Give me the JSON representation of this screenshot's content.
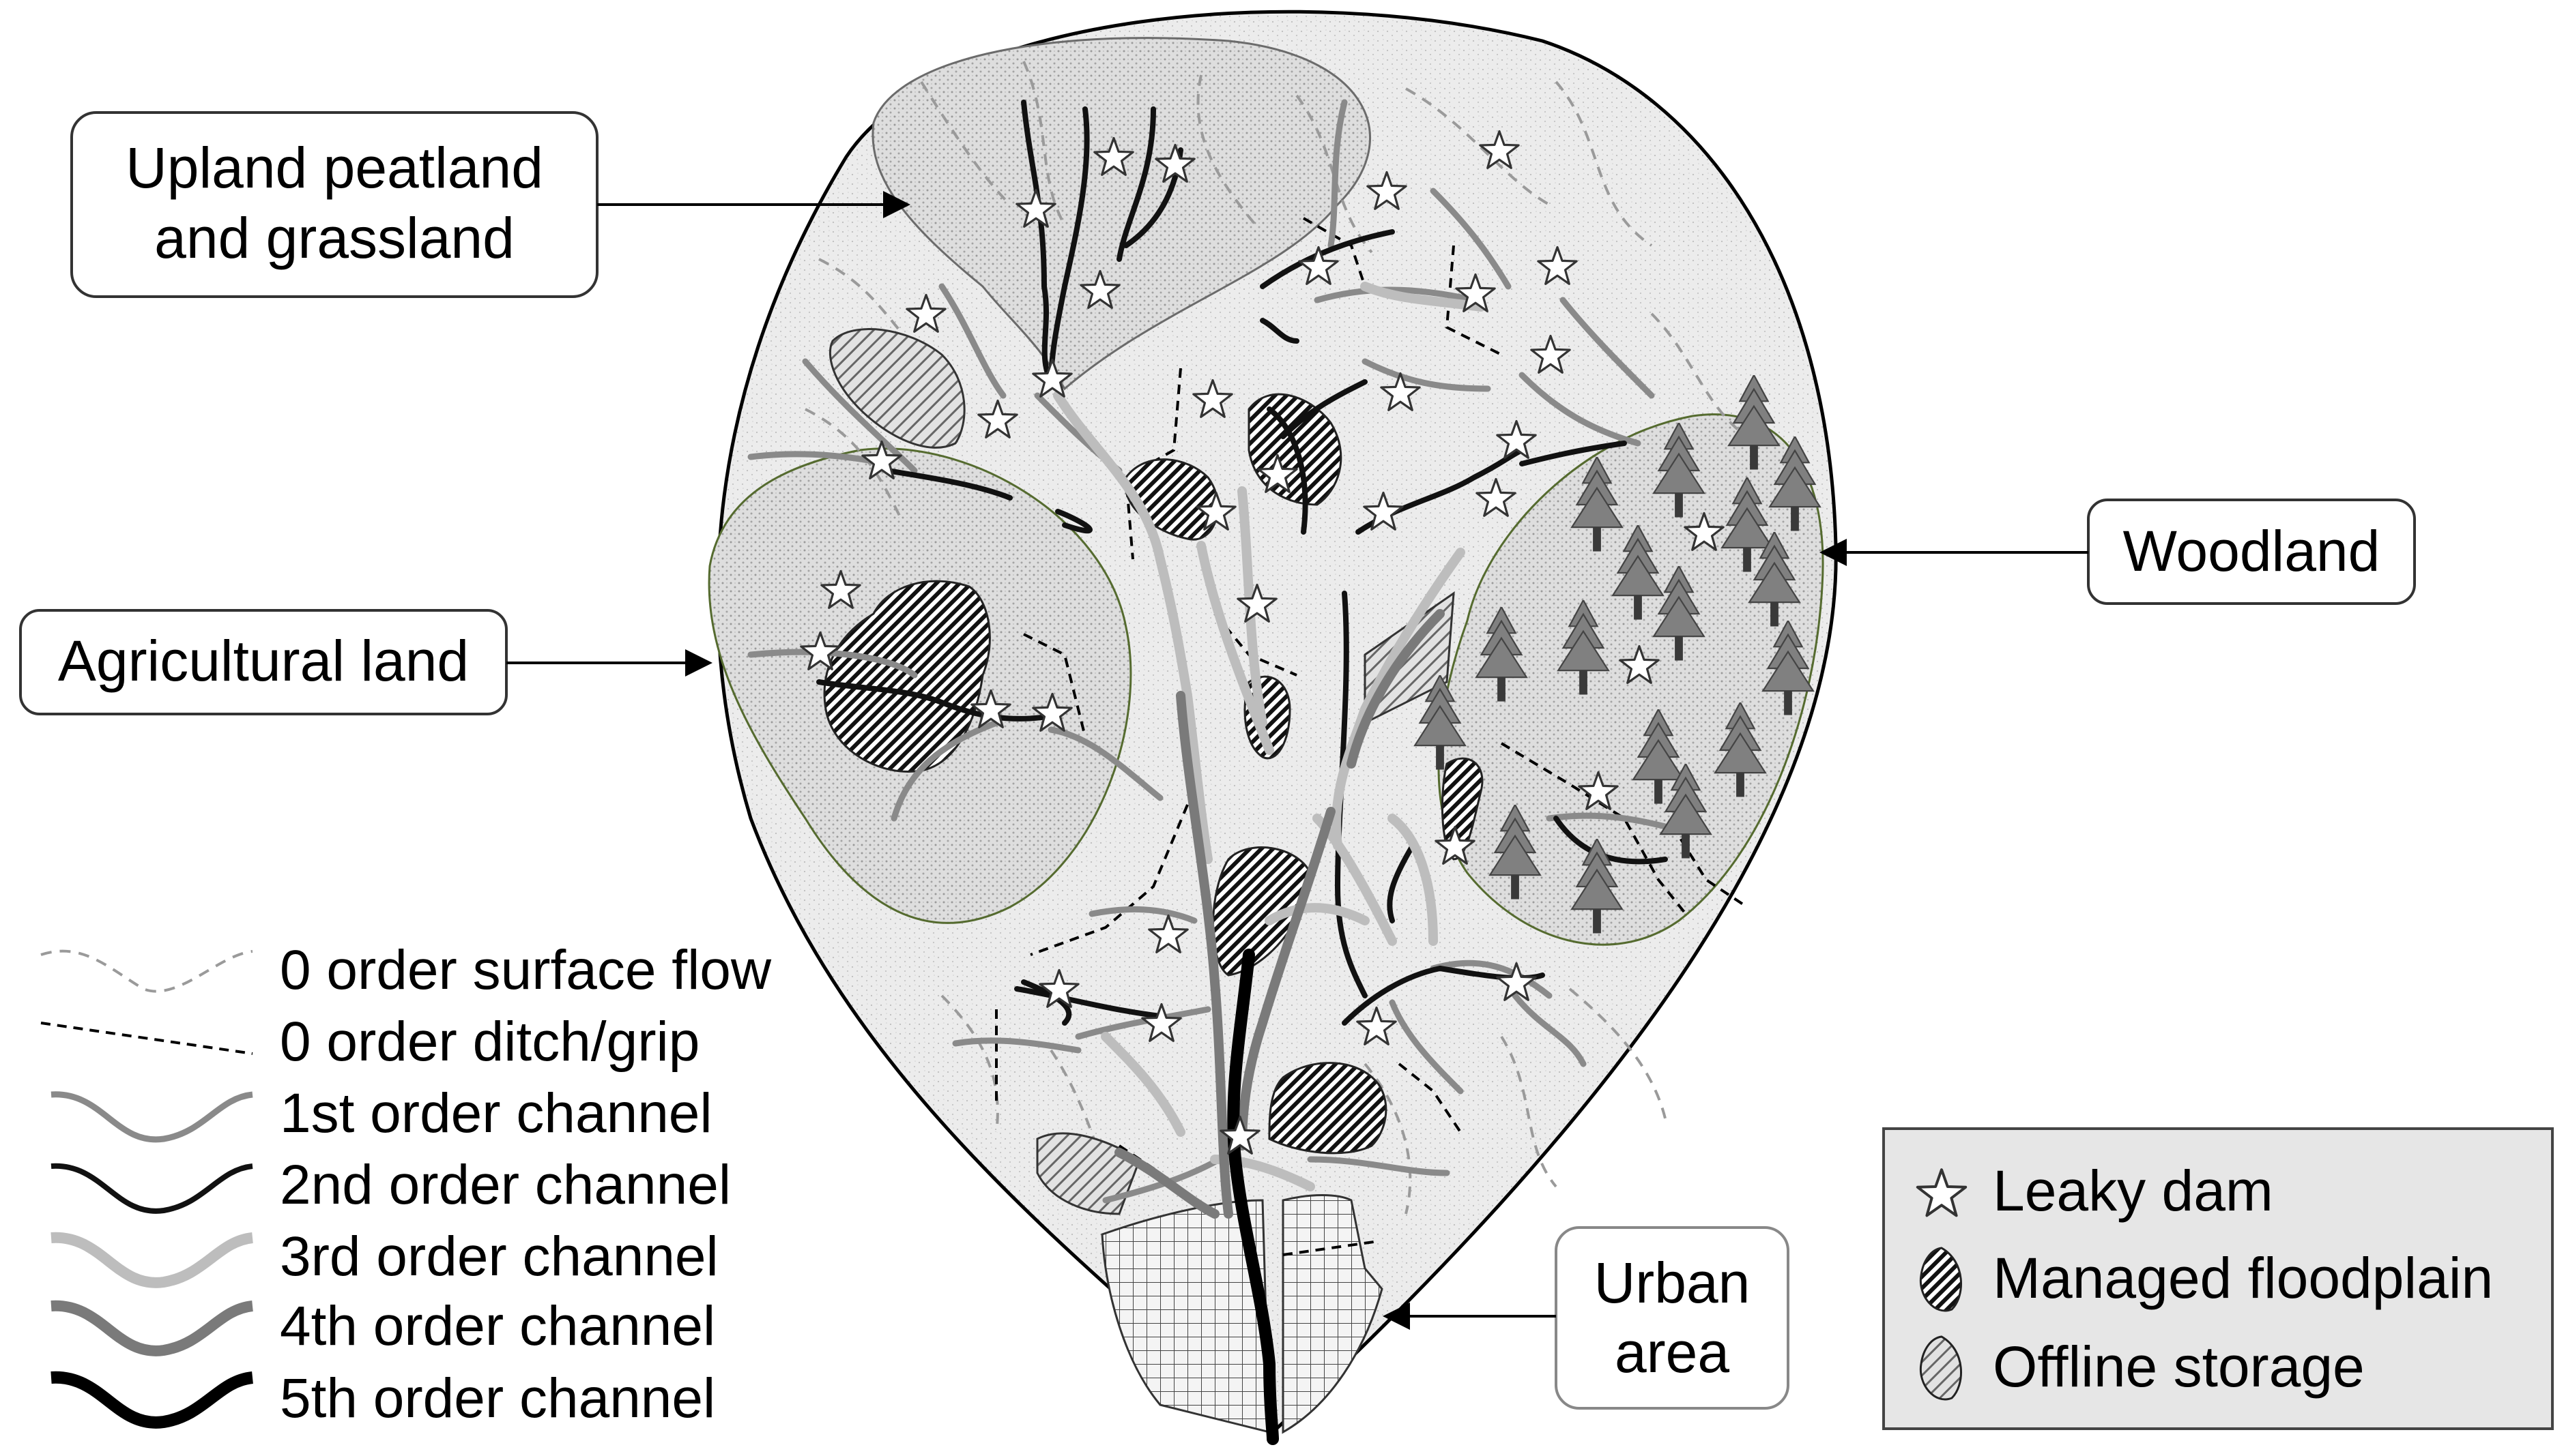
{
  "callouts": {
    "upland": [
      "Upland peatland",
      "and grassland"
    ],
    "agricultural": "Agricultural land",
    "woodland": "Woodland",
    "urban": [
      "Urban",
      "area"
    ]
  },
  "line_legend": [
    {
      "label": "0 order surface flow"
    },
    {
      "label": "0 order ditch/grip"
    },
    {
      "label": "1st order channel"
    },
    {
      "label": "2nd order channel"
    },
    {
      "label": "3rd order channel"
    },
    {
      "label": "4th order channel"
    },
    {
      "label": "5th order channel"
    }
  ],
  "symbol_legend": [
    {
      "label": "Leaky dam",
      "icon": "star-icon"
    },
    {
      "label": "Managed floodplain",
      "icon": "dense-hatch-icon"
    },
    {
      "label": "Offline storage",
      "icon": "sparse-hatch-icon"
    }
  ],
  "colors": {
    "catchment_fill": "#ebebeb",
    "zone_fill": "#dcdcdc",
    "first_order": "#8a8a8a",
    "second_order": "#111111",
    "third_order": "#bdbdbd",
    "fourth_order": "#7a7a7a",
    "fifth_order": "#000000",
    "tree": "#7f7f7f",
    "legend_box": "#e6e6e6"
  }
}
